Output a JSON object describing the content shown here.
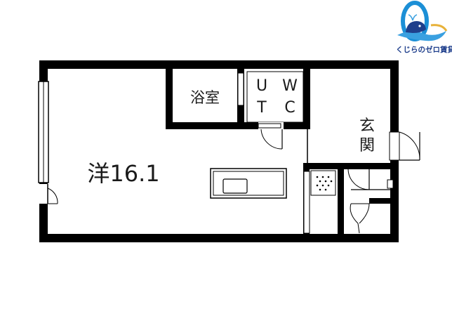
{
  "logo": {
    "text": "くじらのゼロ賃貸",
    "colors": {
      "ring": "#1c8fd6",
      "whale": "#1f3f8c",
      "wave": "#3aa0e0",
      "text": "#1f3f8c",
      "gold": "#e8b23a"
    }
  },
  "rooms": {
    "western": {
      "label": "洋16.1"
    },
    "bath": {
      "label": "浴室"
    },
    "utility": {
      "label_left": "U",
      "label_right": "W",
      "label_left2": "T",
      "label_right2": "C"
    },
    "entrance": {
      "label_top": "玄",
      "label_bottom": "関"
    }
  },
  "colors": {
    "wall": "#000000",
    "line": "#333333",
    "background": "#ffffff"
  }
}
